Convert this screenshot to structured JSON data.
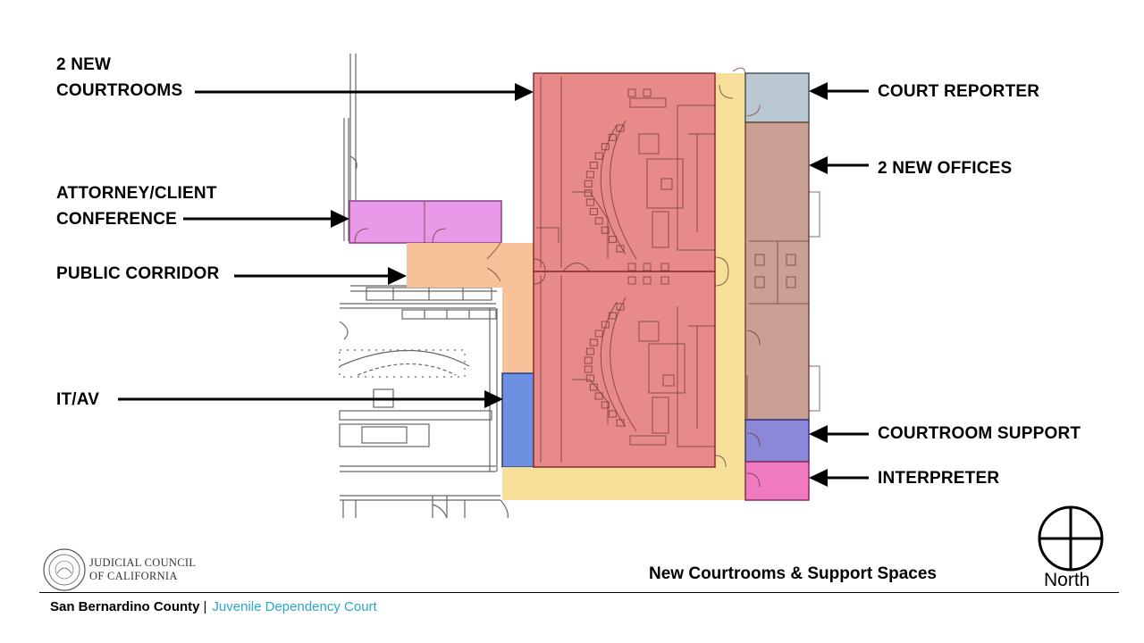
{
  "title": "New Courtrooms & Support Spaces",
  "labels": {
    "courtrooms": [
      "2 NEW",
      "COURTROOMS"
    ],
    "attorney": [
      "ATTORNEY/CLIENT",
      "CONFERENCE"
    ],
    "corridor": "PUBLIC CORRIDOR",
    "itav": "IT/AV",
    "court_reporter": "COURT REPORTER",
    "offices": "2 NEW OFFICES",
    "courtroom_support": "COURTROOM SUPPORT",
    "interpreter": "INTERPRETER"
  },
  "footer": {
    "county": "San Bernardino County",
    "separator": "|",
    "court": "Juvenile Dependency Court",
    "court_color": "#2aa7c9"
  },
  "logo": {
    "line1": "JUDICIAL COUNCIL",
    "line2": "OF CALIFORNIA"
  },
  "north": "North",
  "zone_colors": {
    "courtrooms": "#e88a8a",
    "conference": "#e89ae8",
    "corridor": "#f7c19a",
    "secure_corridor": "#f6df98",
    "itav": "#6e90e0",
    "court_reporter": "#b9c7d1",
    "offices": "#c9a093",
    "courtroom_support": "#8c88d8",
    "interpreter": "#f07ac0"
  }
}
